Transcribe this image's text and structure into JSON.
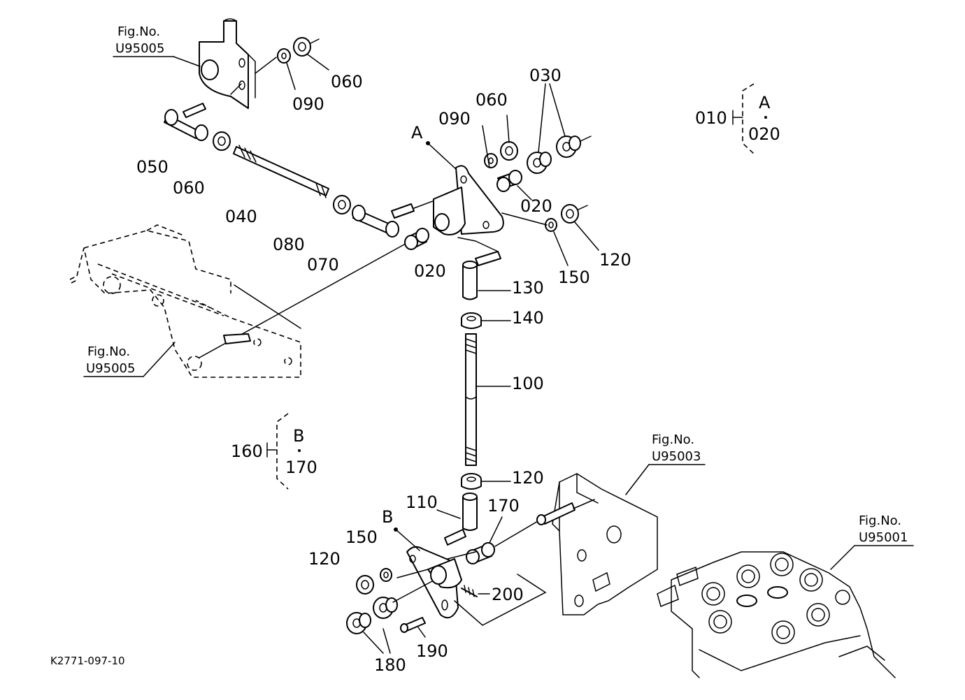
{
  "labels": {
    "p010": "010",
    "p020a": "020",
    "p020b": "020",
    "p020c": "020",
    "p030": "030",
    "p040": "040",
    "p050": "050",
    "p060a": "060",
    "p060b": "060",
    "p060c": "060",
    "p070": "070",
    "p080": "080",
    "p090a": "090",
    "p090b": "090",
    "p100": "100",
    "p110": "110",
    "p120a": "120",
    "p120b": "120",
    "p120c": "120",
    "p130": "130",
    "p140": "140",
    "p150a": "150",
    "p150b": "150",
    "p160": "160",
    "p170a": "170",
    "p170b": "170",
    "p180": "180",
    "p190": "190",
    "p200": "200",
    "markA": "A",
    "markA2": "A",
    "markB": "B",
    "markB2": "B"
  },
  "figure_refs": {
    "ref1_title": "Fig.No.",
    "ref1_code": "U95005",
    "ref2_title": "Fig.No.",
    "ref2_code": "U95005",
    "ref3_title": "Fig.No.",
    "ref3_code": "U95003",
    "ref4_title": "Fig.No.",
    "ref4_code": "U95001"
  },
  "drawing_code": "K2771-097-10"
}
